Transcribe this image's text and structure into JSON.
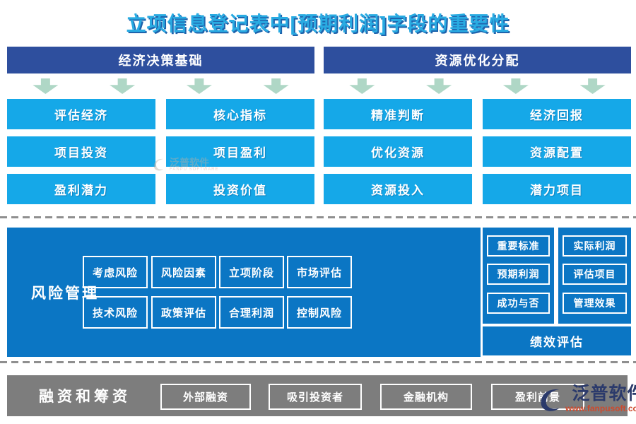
{
  "title": "立项信息登记表中[预期利润]字段的重要性",
  "decision_section": {
    "header": "经济决策基础",
    "boxes": [
      "评估经济",
      "核心指标",
      "项目投资",
      "项目盈利",
      "盈利潜力",
      "投资价值"
    ]
  },
  "resource_section": {
    "header": "资源优化分配",
    "boxes": [
      "精准判断",
      "经济回报",
      "优化资源",
      "资源配置",
      "资源投入",
      "潜力项目"
    ]
  },
  "risk_section": {
    "label": "风险管理",
    "boxes": [
      "考虑风险",
      "风险因素",
      "立项阶段",
      "市场评估",
      "技术风险",
      "政策评估",
      "合理利润",
      "控制风险"
    ]
  },
  "criteria_section": {
    "column1": [
      "重要标准",
      "预期利润",
      "成功与否"
    ],
    "column2": [
      "实际利润",
      "评估项目",
      "管理效果"
    ],
    "footer": "绩效评估"
  },
  "financing_section": {
    "label": "融资和筹资",
    "boxes": [
      "外部融资",
      "吸引投资者",
      "金融机构",
      "盈利前景"
    ]
  },
  "watermarks": {
    "brand": "泛普软件",
    "brand_en": "FANPU SOFTWARE",
    "url": "www.fanpusoft.com"
  },
  "colors": {
    "title_text": "#29ABE2",
    "header_bar": "#2E4F9E",
    "bright_box": "#15A8E8",
    "panel_blue": "#0B76C4",
    "gray_bar": "#7D7D7D",
    "arrow": "#AFD7C6",
    "watermark_brand": "#2B3A6B",
    "watermark_url": "#CD4A2D"
  }
}
